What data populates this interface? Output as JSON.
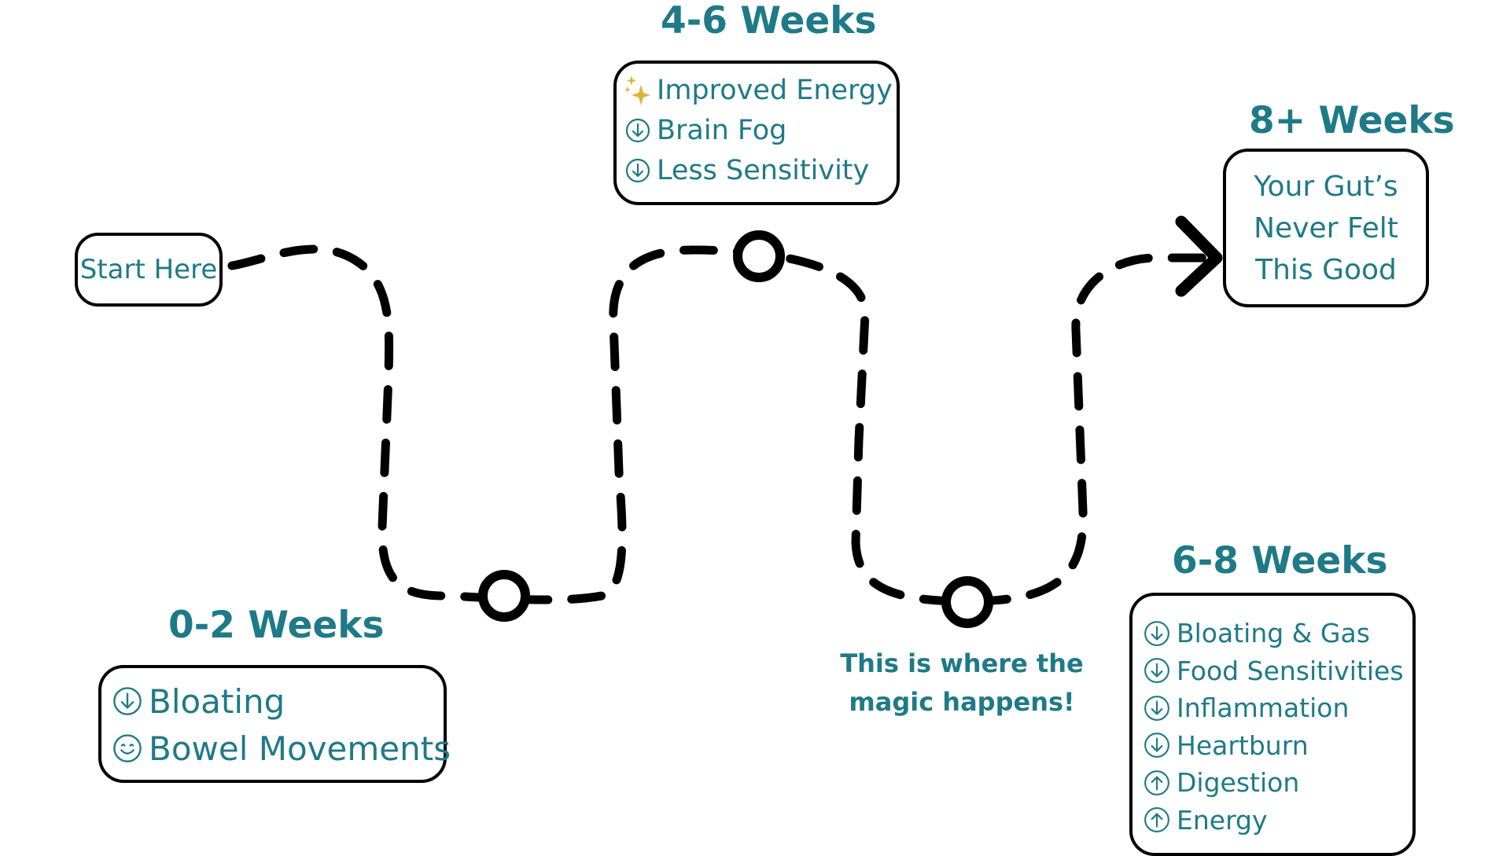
{
  "start": {
    "label": "Start Here"
  },
  "stages": {
    "s0_2": {
      "heading": "0-2 Weeks",
      "items": [
        {
          "icon": "down-arrow-circle-icon",
          "label": "Bloating"
        },
        {
          "icon": "smiley-face-icon",
          "label": "Bowel Movements"
        }
      ]
    },
    "s4_6": {
      "heading": "4-6 Weeks",
      "items": [
        {
          "icon": "sparkles-icon",
          "label": "Improved Energy"
        },
        {
          "icon": "down-arrow-circle-icon",
          "label": "Brain Fog"
        },
        {
          "icon": "down-arrow-circle-icon",
          "label": "Less Sensitivity"
        }
      ]
    },
    "s6_8": {
      "heading": "6-8 Weeks",
      "items": [
        {
          "icon": "down-arrow-circle-icon",
          "label": "Bloating & Gas"
        },
        {
          "icon": "down-arrow-circle-icon",
          "label": "Food Sensitivities"
        },
        {
          "icon": "down-arrow-circle-icon",
          "label": "Inflammation"
        },
        {
          "icon": "down-arrow-circle-icon",
          "label": "Heartburn"
        },
        {
          "icon": "up-arrow-circle-icon",
          "label": "Digestion"
        },
        {
          "icon": "up-arrow-circle-icon",
          "label": "Energy"
        }
      ]
    },
    "s8_plus": {
      "heading": "8+ Weeks",
      "lines": [
        "Your Gut’s",
        "Never Felt",
        "This Good"
      ]
    }
  },
  "annotation": {
    "line1": "This is where the",
    "line2": "magic happens!"
  },
  "colors": {
    "accent": "#1f7a87",
    "ink": "#000000",
    "sparkle": "#e0b33a"
  }
}
